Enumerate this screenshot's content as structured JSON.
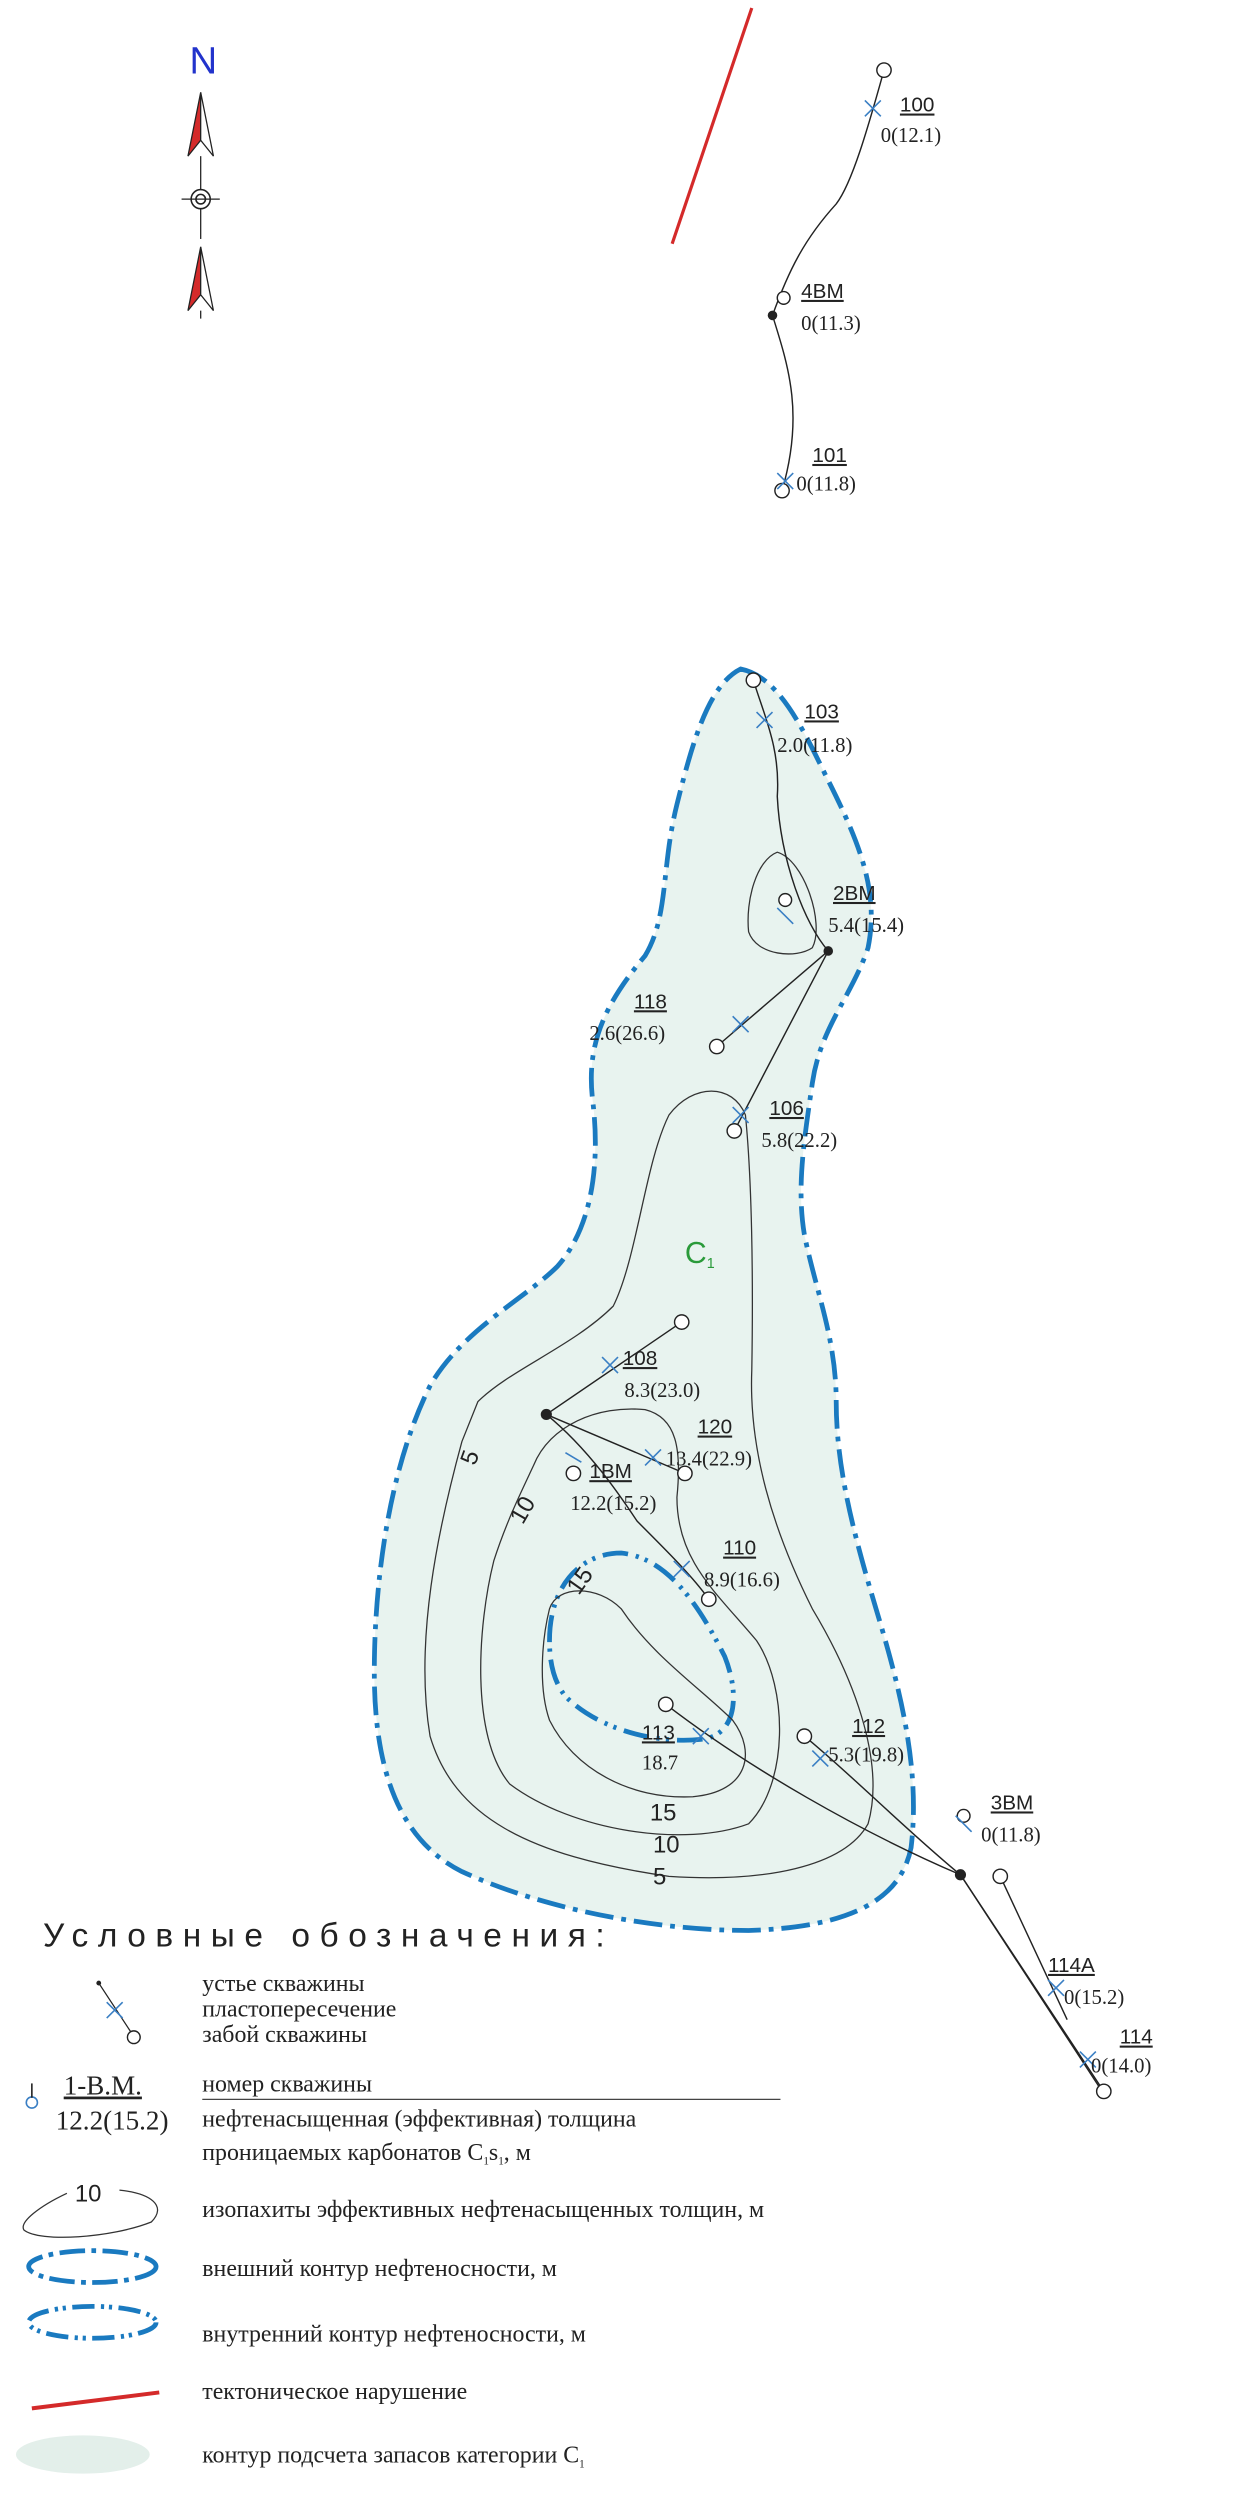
{
  "north_label": "N",
  "zone_label": "C",
  "zone_sub": "1",
  "colors": {
    "outer_contour": "#1a7ac0",
    "fault": "#d42a2a",
    "fill": "#e8f3ef",
    "zone_label": "#2a9a3a",
    "north": "#2233cc"
  },
  "wells": [
    {
      "name": "100",
      "value": "0(12.1)"
    },
    {
      "name": "4ВМ",
      "value": "0(11.3)"
    },
    {
      "name": "101",
      "value": "0(11.8)"
    },
    {
      "name": "103",
      "value": "2.0(11.8)"
    },
    {
      "name": "2ВМ",
      "value": "5.4(15.4)"
    },
    {
      "name": "118",
      "value": "2.6(26.6)"
    },
    {
      "name": "106",
      "value": "5.8(22.2)"
    },
    {
      "name": "108",
      "value": "8.3(23.0)"
    },
    {
      "name": "120",
      "value": "13.4(22.9)"
    },
    {
      "name": "1ВМ",
      "value": "12.2(15.2)"
    },
    {
      "name": "110",
      "value": "8.9(16.6)"
    },
    {
      "name": "113",
      "value": "18.7"
    },
    {
      "name": "112",
      "value": "5.3(19.8)"
    },
    {
      "name": "3ВМ",
      "value": "0(11.8)"
    },
    {
      "name": "114А",
      "value": "0(15.2)"
    },
    {
      "name": "114",
      "value": "0(14.0)"
    }
  ],
  "isopach_labels": [
    "5",
    "10",
    "15",
    "15",
    "10",
    "5"
  ],
  "legend": {
    "title": "Условные обозначения:",
    "well_symbol": [
      "устье скважины",
      "пластопересечение",
      "забой скважины"
    ],
    "example_name": "1-В.М.",
    "example_value": "12.2(15.2)",
    "well_number": "номер скважины",
    "thickness_1": "нефтенасыщенная (эффективная)  толщина",
    "thickness_2": "проницаемых  карбонатов   C",
    "thickness_2_sub1": "1",
    "thickness_2_s": "s",
    "thickness_2_sub2": "1",
    "thickness_2_end": ", м",
    "isopach_sample": "10",
    "isopach": "изопахиты эффективных нефтенасыщенных толщин, м",
    "outer": "внешний контур нефтеносности, м",
    "inner": "внутренний контур нефтеносности, м",
    "fault": "тектоническое  нарушение",
    "category": "контур  подсчета  запасов  категории  C",
    "category_sub": "1"
  }
}
